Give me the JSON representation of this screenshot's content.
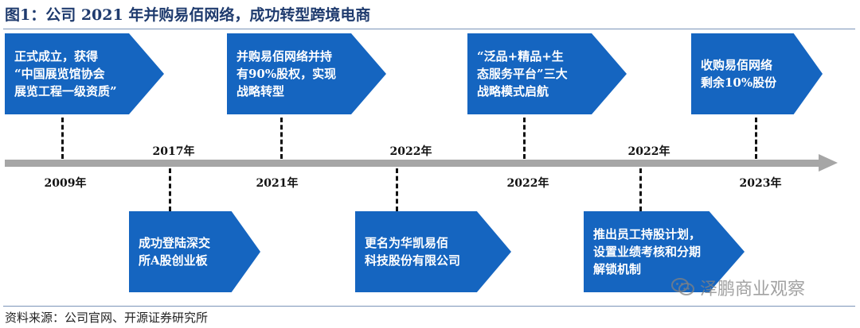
{
  "title": "图1：公司 2021 年并购易佰网络，成功转型跨境电商",
  "source": "资料来源：公司官网、开源证券研究所",
  "watermark": {
    "icon": "wechat-icon",
    "text": "泽鹏商业观察"
  },
  "colors": {
    "event_fill": "#1565c0",
    "axis": "#a6a6a6",
    "title": "#1f3b6e"
  },
  "events_top": [
    {
      "year": "2009年",
      "text": "正式成立，获得\n“中国展览馆协会\n展览工程一级资质”"
    },
    {
      "year": "2021年",
      "text": "并购易佰网络并持\n有90%股权，实现\n战略转型"
    },
    {
      "year": "2022年",
      "text": "“泛品+精品+生\n态服务平台”三大\n战略模式启航"
    },
    {
      "year": "2023年",
      "text": "收购易佰网络\n剩余10%股份"
    }
  ],
  "events_bottom": [
    {
      "year": "2017年",
      "text": "成功登陆深交\n所A股创业板"
    },
    {
      "year": "2022年",
      "text": "更名为华凯易佰\n科技股份有限公司"
    },
    {
      "year": "2022年",
      "text": "推出员工持股计划，\n设置业绩考核和分期\n解锁机制"
    }
  ]
}
